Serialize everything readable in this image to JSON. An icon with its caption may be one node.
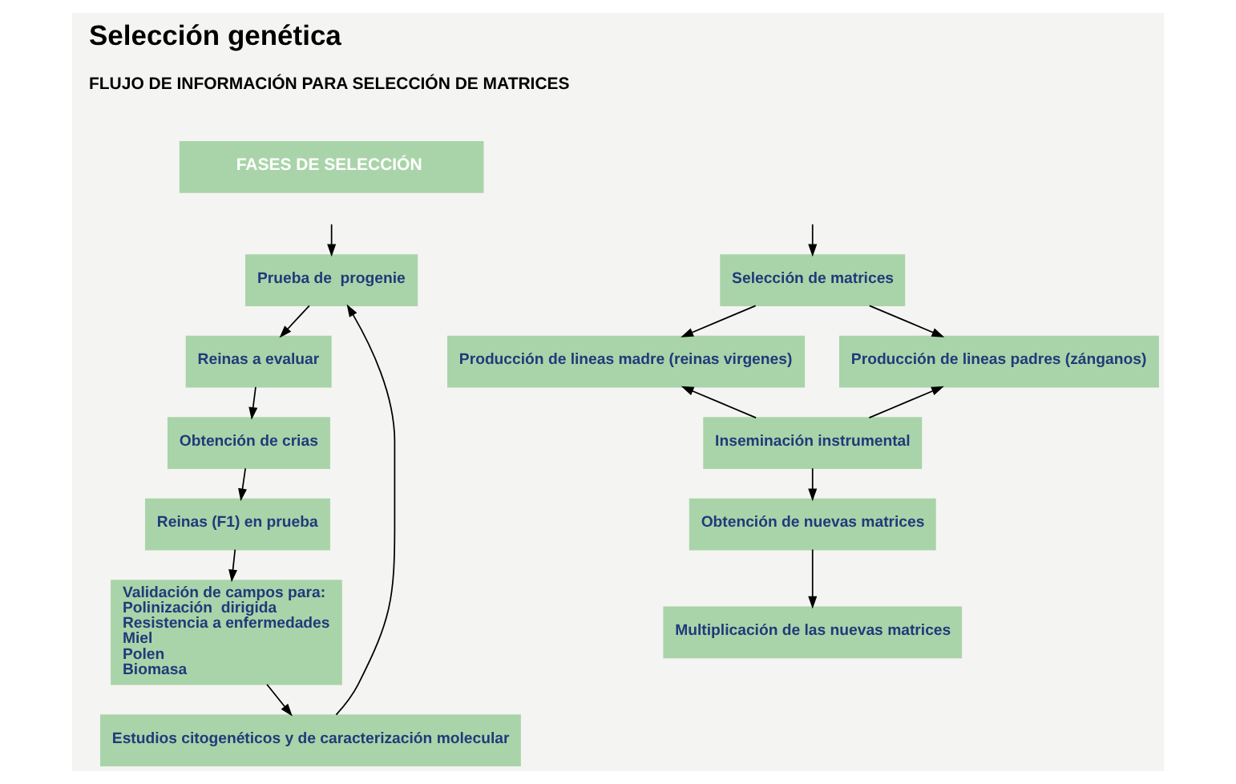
{
  "diagram": {
    "title": "Selección genética",
    "nodes": [
      {
        "text": [
          "FASES DE SELECCIÓN"
        ]
      },
      {
        "text": [
          "Prueba de  progenie"
        ]
      },
      {
        "text": [
          "Reinas a evaluar"
        ]
      },
      {
        "text": [
          "Obtención de crias"
        ]
      },
      {
        "text": [
          "Reinas (F1) en prueba"
        ]
      },
      {
        "text": [
          "Validación de campos para:",
          "Polinización  dirigida",
          "Resistencia a enfermedades",
          "Miel",
          "Polen",
          "Biomasa"
        ]
      },
      {
        "text": [
          "Estudios citogenéticos y de caracterización molecular"
        ]
      },
      {
        "text": [
          "Selección de matrices"
        ]
      },
      {
        "text": [
          "Producción de lineas madre (reinas virgenes)"
        ]
      },
      {
        "text": [
          "Producción de lineas padres (zánganos)"
        ]
      },
      {
        "text": [
          "Inseminación instrumental"
        ]
      },
      {
        "text": [
          "Obtención de nuevas matrices"
        ]
      },
      {
        "text": [
          "Multiplicación de las nuevas matrices"
        ]
      }
    ],
    "edges": [
      {
        "from": null,
        "to": 1,
        "arrow": "to"
      },
      {
        "from": null,
        "to": 7,
        "arrow": "to"
      },
      {
        "from": 1,
        "to": 2,
        "arrow": "to"
      },
      {
        "from": 2,
        "to": 3,
        "arrow": "to"
      },
      {
        "from": 3,
        "to": 4,
        "arrow": "to"
      },
      {
        "from": 4,
        "to": 5,
        "arrow": "to"
      },
      {
        "from": 5,
        "to": 6,
        "arrow": "to"
      },
      {
        "from": 6,
        "to": 1,
        "arrow": "to"
      },
      {
        "from": 7,
        "to": 8,
        "arrow": "to"
      },
      {
        "from": 7,
        "to": 9,
        "arrow": "to"
      },
      {
        "from": 10,
        "to": 8,
        "arrow": "to"
      },
      {
        "from": 10,
        "to": 9,
        "arrow": "to"
      },
      {
        "from": 10,
        "to": 11,
        "arrow": "to"
      },
      {
        "from": 11,
        "to": 12,
        "arrow": "to"
      }
    ],
    "labels": [
      "FLUJO DE INFORMACIÓN PARA SELECCIÓN DE MATRICES"
    ]
  }
}
